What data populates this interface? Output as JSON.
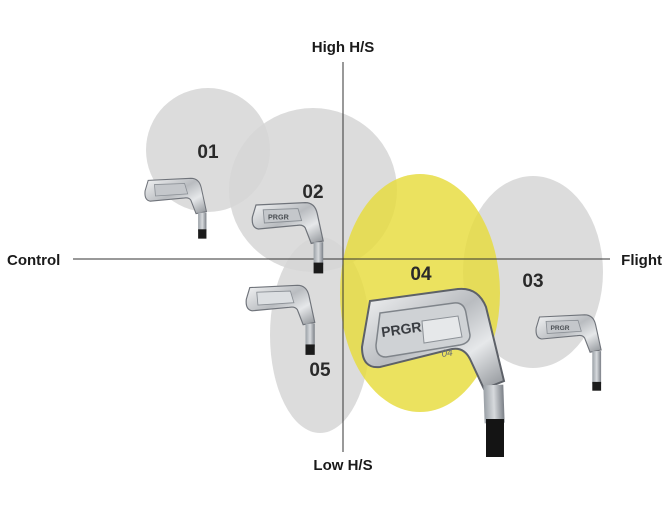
{
  "axes": {
    "top": "High H/S",
    "bottom": "Low H/S",
    "left": "Control",
    "right": "Flight"
  },
  "zones": [
    {
      "id": "01",
      "label": "01",
      "highlighted": false,
      "color": "#d9d9d9"
    },
    {
      "id": "02",
      "label": "02",
      "highlighted": false,
      "color": "#d9d9d9"
    },
    {
      "id": "03",
      "label": "03",
      "highlighted": false,
      "color": "#d9d9d9"
    },
    {
      "id": "04",
      "label": "04",
      "highlighted": true,
      "color": "#e8de4c"
    },
    {
      "id": "05",
      "label": "05",
      "highlighted": false,
      "color": "#d9d9d9"
    }
  ],
  "club_brand": "PRGR",
  "club_model_mark": "04",
  "colors": {
    "neutral_zone": "#d9d9d9",
    "highlight_zone": "#e8de4c",
    "axis": "#333333"
  }
}
